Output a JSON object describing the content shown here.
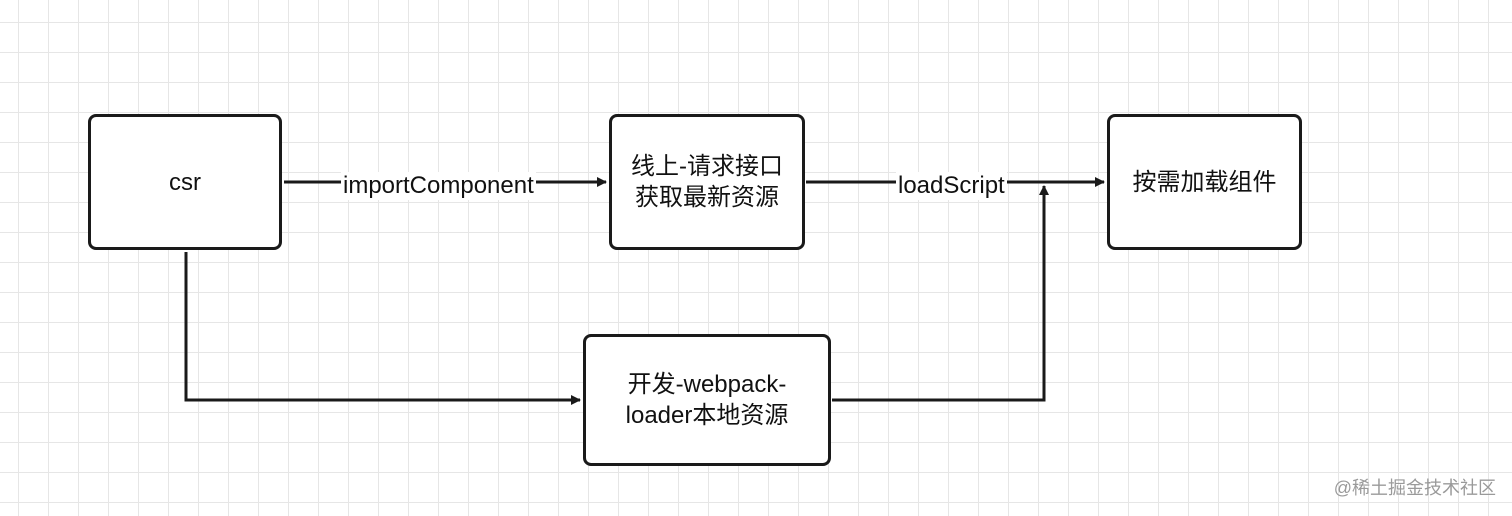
{
  "nodes": {
    "csr": "csr",
    "online_fetch": "线上-请求接口获取最新资源",
    "on_demand": "按需加载组件",
    "dev_loader": "开发-webpack-loader本地资源"
  },
  "edges": {
    "import_component": "importComponent",
    "load_script": "loadScript"
  },
  "watermark": "@稀土掘金技术社区",
  "colors": {
    "stroke": "#1a1a1a",
    "grid": "#e6e6e6",
    "background": "#ffffff"
  }
}
